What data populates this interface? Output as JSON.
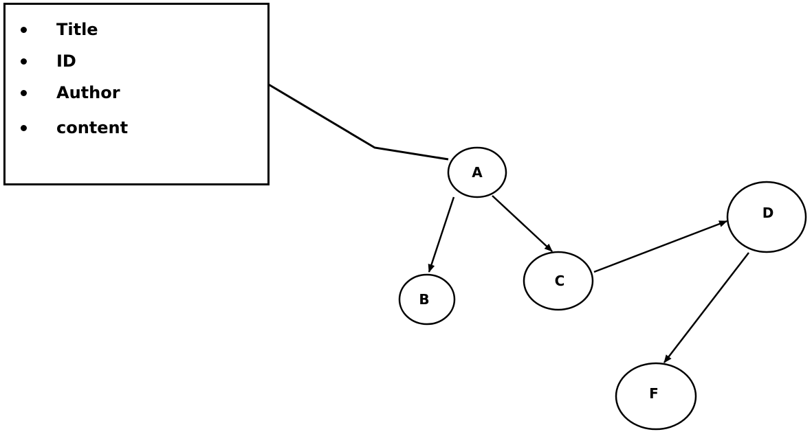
{
  "attribute_box": {
    "items": [
      {
        "label": "Title"
      },
      {
        "label": "ID"
      },
      {
        "label": "Author"
      },
      {
        "label": "content"
      }
    ]
  },
  "nodes": [
    {
      "id": "A",
      "label": "A"
    },
    {
      "id": "B",
      "label": "B"
    },
    {
      "id": "C",
      "label": "C"
    },
    {
      "id": "D",
      "label": "D"
    },
    {
      "id": "F",
      "label": "F"
    }
  ],
  "edges": [
    {
      "from": "A",
      "to": "B",
      "directed": true
    },
    {
      "from": "A",
      "to": "C",
      "directed": true
    },
    {
      "from": "C",
      "to": "D",
      "directed": true
    },
    {
      "from": "D",
      "to": "F",
      "directed": true
    }
  ],
  "connector": {
    "from": "attribute_box",
    "to": "A",
    "directed": false
  }
}
